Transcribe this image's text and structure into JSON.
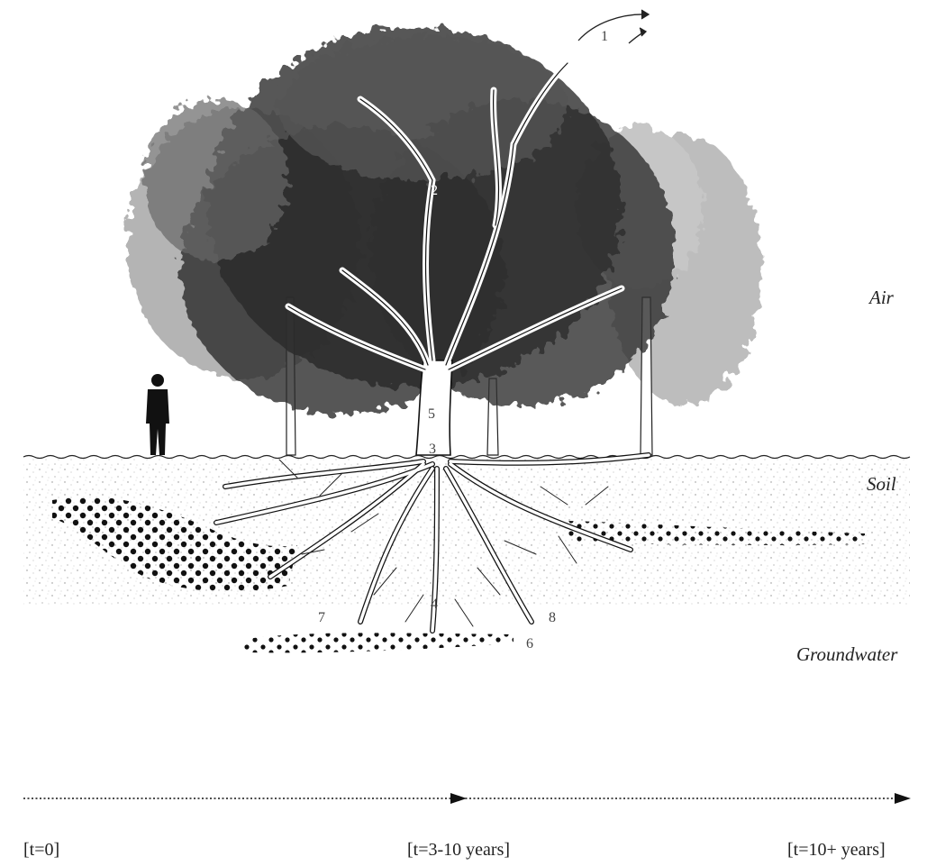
{
  "zones": {
    "air": "Air",
    "soil": "Soil",
    "groundwater": "Groundwater"
  },
  "callouts": [
    "1",
    "2",
    "3",
    "4",
    "5",
    "6",
    "7",
    "8"
  ],
  "timeline": {
    "start": "[t=0]",
    "middle": "[t=3-10 years]",
    "end": "[t=10+ years]"
  },
  "colors": {
    "ink": "#1a1a1a",
    "canopy_dark": "#2a2a2a",
    "canopy_mid": "#6a6a6a",
    "soil_speckle": "#9a9a9a",
    "water_dot": "#111111"
  }
}
